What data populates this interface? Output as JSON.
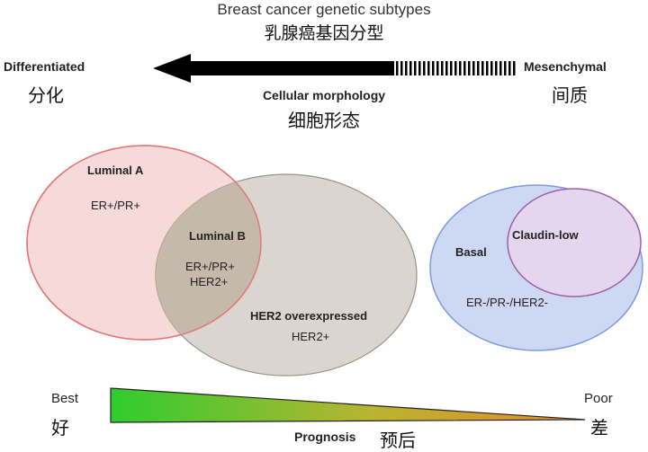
{
  "header": {
    "title_en": "Breast cancer genetic subtypes",
    "title_cn": "乳腺癌基因分型"
  },
  "morphology": {
    "left_en": "Differentiated",
    "left_cn": "分化",
    "right_en": "Mesenchymal",
    "right_cn": "间质",
    "center_en": "Cellular morphology",
    "center_cn": "细胞形态"
  },
  "subtypes": {
    "luminal_a": {
      "name": "Luminal A",
      "markers": "ER+/PR+"
    },
    "luminal_b": {
      "name": "Luminal B",
      "markers_1": "ER+/PR+",
      "markers_2": "HER2+"
    },
    "her2": {
      "name": "HER2 overexpressed",
      "markers": "HER2+"
    },
    "basal": {
      "name": "Basal",
      "markers": "ER-/PR-/HER2-"
    },
    "claudin_low": {
      "name": "Claudin-low"
    }
  },
  "prognosis": {
    "best_en": "Best",
    "best_cn": "好",
    "poor_en": "Poor",
    "poor_cn": "差",
    "label_en": "Prognosis",
    "label_cn": "预后"
  },
  "colors": {
    "arrow": "#000000",
    "luminal_a_fill": "#f6dada",
    "luminal_a_stroke": "#e07a7a",
    "her2_fill": "#dad6cf",
    "overlap_fill": "#c4b8aa",
    "basal_fill": "#cdd8f2",
    "basal_stroke": "#7b9ae0",
    "claudin_fill": "#e3d6ee",
    "claudin_stroke": "#9b5fa8",
    "gradient_start": "#33cc33",
    "gradient_end": "#e08a2a"
  }
}
